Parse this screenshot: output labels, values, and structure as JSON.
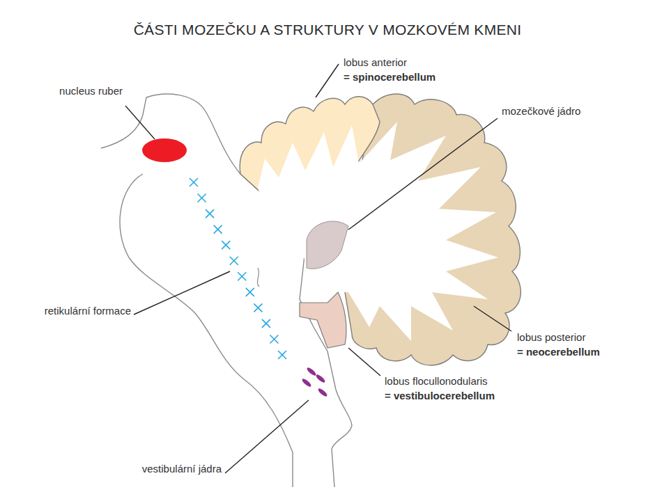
{
  "diagram": {
    "title": "ČÁSTI MOZEČKU A STRUKTURY V MOZKOVÉM KMENI",
    "labels": [
      "nucleus ruber",
      "lobus anterior",
      "= spinocerebellum",
      "mozečkové jádro",
      "retikulární formace",
      "lobus posterior",
      "= neocerebellum",
      "lobus flocullonodularis",
      "= vestibulocerebellum",
      "vestibulární jádra"
    ]
  }
}
